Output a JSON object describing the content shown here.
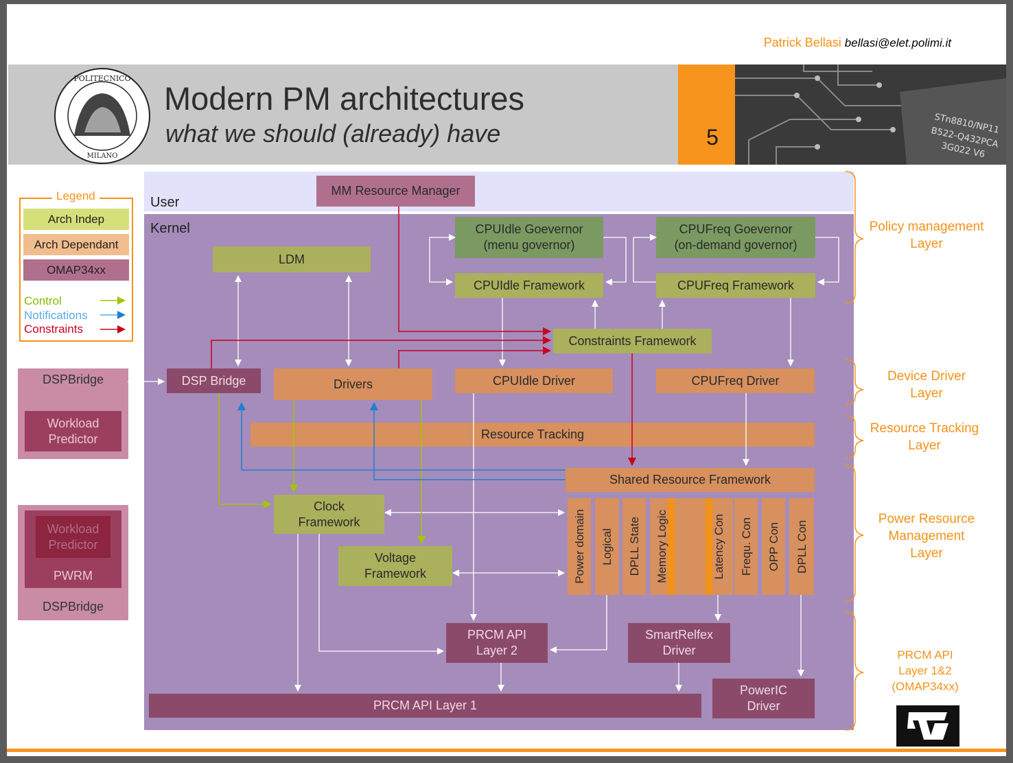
{
  "header": {
    "author_name": "Patrick Bellasi",
    "author_email": "bellasi@elet.polimi.it",
    "title": "Modern PM architectures",
    "subtitle": "what we should (already) have",
    "slide_number": "5"
  },
  "logo": {
    "lettering_top": "POLITECNICO",
    "lettering_bottom": "MILANO"
  },
  "chip_photo": {
    "lettering": [
      "STn8810/NP11",
      "B522-Q432PCA",
      "3G022 V6"
    ]
  },
  "colors": {
    "arch_indep": "#abb05c",
    "arch_dependant": "#d7905e",
    "omap34xx": "#8b4a6a",
    "control_arrow": "#a4c400",
    "notification_arrow": "#1f7fd1",
    "constraint_arrow": "#c8001e",
    "accent": "#f7941d"
  },
  "legend": {
    "title": "Legend",
    "items": [
      "Arch Indep",
      "Arch Dependant",
      "OMAP34xx"
    ],
    "arrows": [
      "Control",
      "Notifications",
      "Constraints"
    ]
  },
  "regions": {
    "user": "User",
    "kernel": "Kernel"
  },
  "boxes": {
    "mm_resource_manager": "MM Resource Manager",
    "cpuidle_governor": [
      "CPUIdle Goevernor",
      "(menu governor)"
    ],
    "cpufreq_governor": [
      "CPUFreq Goevernor",
      "(on-demand governor)"
    ],
    "ldm": "LDM",
    "cpuidle_framework": "CPUIdle Framework",
    "cpufreq_framework": "CPUFreq Framework",
    "constraints_framework": "Constraints Framework",
    "dsp_bridge": "DSP Bridge",
    "drivers": "Drivers",
    "cpuidle_driver": "CPUIdle Driver",
    "cpufreq_driver": "CPUFreq Driver",
    "resource_tracking": "Resource Tracking",
    "shared_resource_framework": "Shared Resource Framework",
    "clock_framework": [
      "Clock",
      "Framework"
    ],
    "voltage_framework": [
      "Voltage",
      "Framework"
    ],
    "resources": [
      "Power domain",
      "Logical",
      "DPLL State",
      "Memory Logic",
      "Latency Con",
      "Frequ. Con",
      "OPP Con",
      "DPLL Con"
    ],
    "prcm_api_layer2": [
      "PRCM API",
      "Layer 2"
    ],
    "smartreflex_driver": [
      "SmartRelfex",
      "Driver"
    ],
    "prcm_api_layer1": "PRCM API Layer 1",
    "poweric_driver": [
      "PowerIC",
      "Driver"
    ]
  },
  "left_panels": {
    "dspbridge_top": "DSPBridge",
    "workload_predictor": [
      "Workload",
      "Predictor"
    ],
    "pwrm": "PWRM",
    "dspbridge_bottom": "DSPBridge"
  },
  "layers": {
    "policy": [
      "Policy management",
      "Layer"
    ],
    "device_driver": [
      "Device Driver",
      "Layer"
    ],
    "resource_tracking": [
      "Resource Tracking",
      "Layer"
    ],
    "power_resource": [
      "Power Resource",
      "Management",
      "Layer"
    ],
    "prcm": [
      "PRCM API",
      "Layer 1&2",
      "(OMAP34xx)"
    ]
  }
}
